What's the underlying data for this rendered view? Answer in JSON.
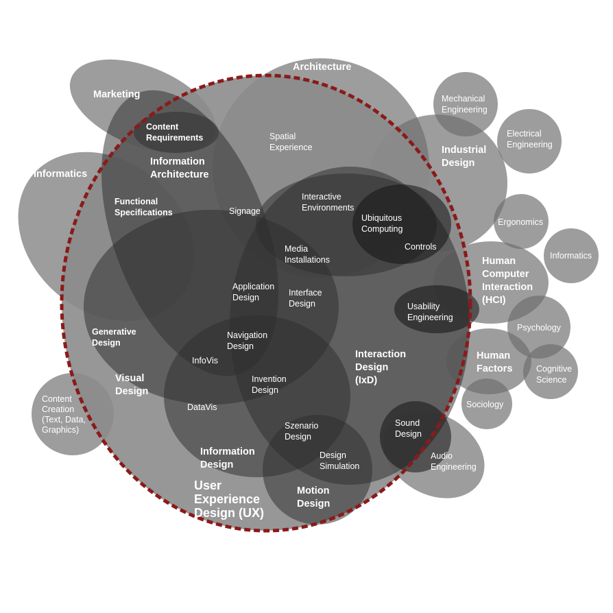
{
  "labels": {
    "marketing": "Marketing",
    "architecture": "Architecture",
    "mechanical_engineering": [
      "Mechanical",
      "Engineering"
    ],
    "electrical_engineering": [
      "Electrical",
      "Engineering"
    ],
    "industrial_design": [
      "Industrial",
      "Design"
    ],
    "informatics_left": "Informatics",
    "content_requirements": [
      "Content",
      "Requirements"
    ],
    "information_architecture": [
      "Information",
      "Architecture"
    ],
    "spatial_experience": [
      "Spatial",
      "Experience"
    ],
    "functional_specifications": [
      "Functional",
      "Specifications"
    ],
    "signage": "Signage",
    "interactive_environments": [
      "Interactive",
      "Environments"
    ],
    "ubiquitous_computing": [
      "Ubiquitous",
      "Computing"
    ],
    "controls": "Controls",
    "ergonomics": "Ergonomics",
    "informatics_right": "Informatics",
    "media_installations": [
      "Media",
      "Installations"
    ],
    "hci": [
      "Human",
      "Computer",
      "Interaction",
      "(HCI)"
    ],
    "application_design": [
      "Application",
      "Design"
    ],
    "interface_design": [
      "Interface",
      "Design"
    ],
    "usability_engineering": [
      "Usability",
      "Engineering"
    ],
    "psychology": "Psychology",
    "generative_design": [
      "Generative",
      "Design"
    ],
    "navigation_design": [
      "Navigation",
      "Design"
    ],
    "infovis": "InfoVis",
    "interaction_design": [
      "Interaction",
      "Design",
      "(IxD)"
    ],
    "human_factors": [
      "Human",
      "Factors"
    ],
    "cognitive_science": [
      "Cognitive",
      "Science"
    ],
    "visual_design": [
      "Visual",
      "Design"
    ],
    "invention_design": [
      "Invention",
      "Design"
    ],
    "sociology": "Sociology",
    "content_creation": [
      "Content",
      "Creation",
      "(Text, Data,",
      "Graphics)"
    ],
    "datavis": "DataVis",
    "szenario_design": [
      "Szenario",
      "Design"
    ],
    "sound_design": [
      "Sound",
      "Design"
    ],
    "information_design": [
      "Information",
      "Design"
    ],
    "design_simulation": [
      "Design",
      "Simulation"
    ],
    "audio_engineering": [
      "Audio",
      "Engineering"
    ],
    "ux": [
      "User",
      "Experience",
      "Design (UX)"
    ],
    "motion_design": [
      "Motion",
      "Design"
    ]
  },
  "colors": {
    "background": "#ffffff",
    "ux_fill": "#8c8c8c",
    "outer_fill": "#8a8a8a",
    "inner_fill": "#333333",
    "dark_fill": "#1a1a1a",
    "boundary_dash": "#8b1a1a",
    "text": "#ffffff"
  }
}
